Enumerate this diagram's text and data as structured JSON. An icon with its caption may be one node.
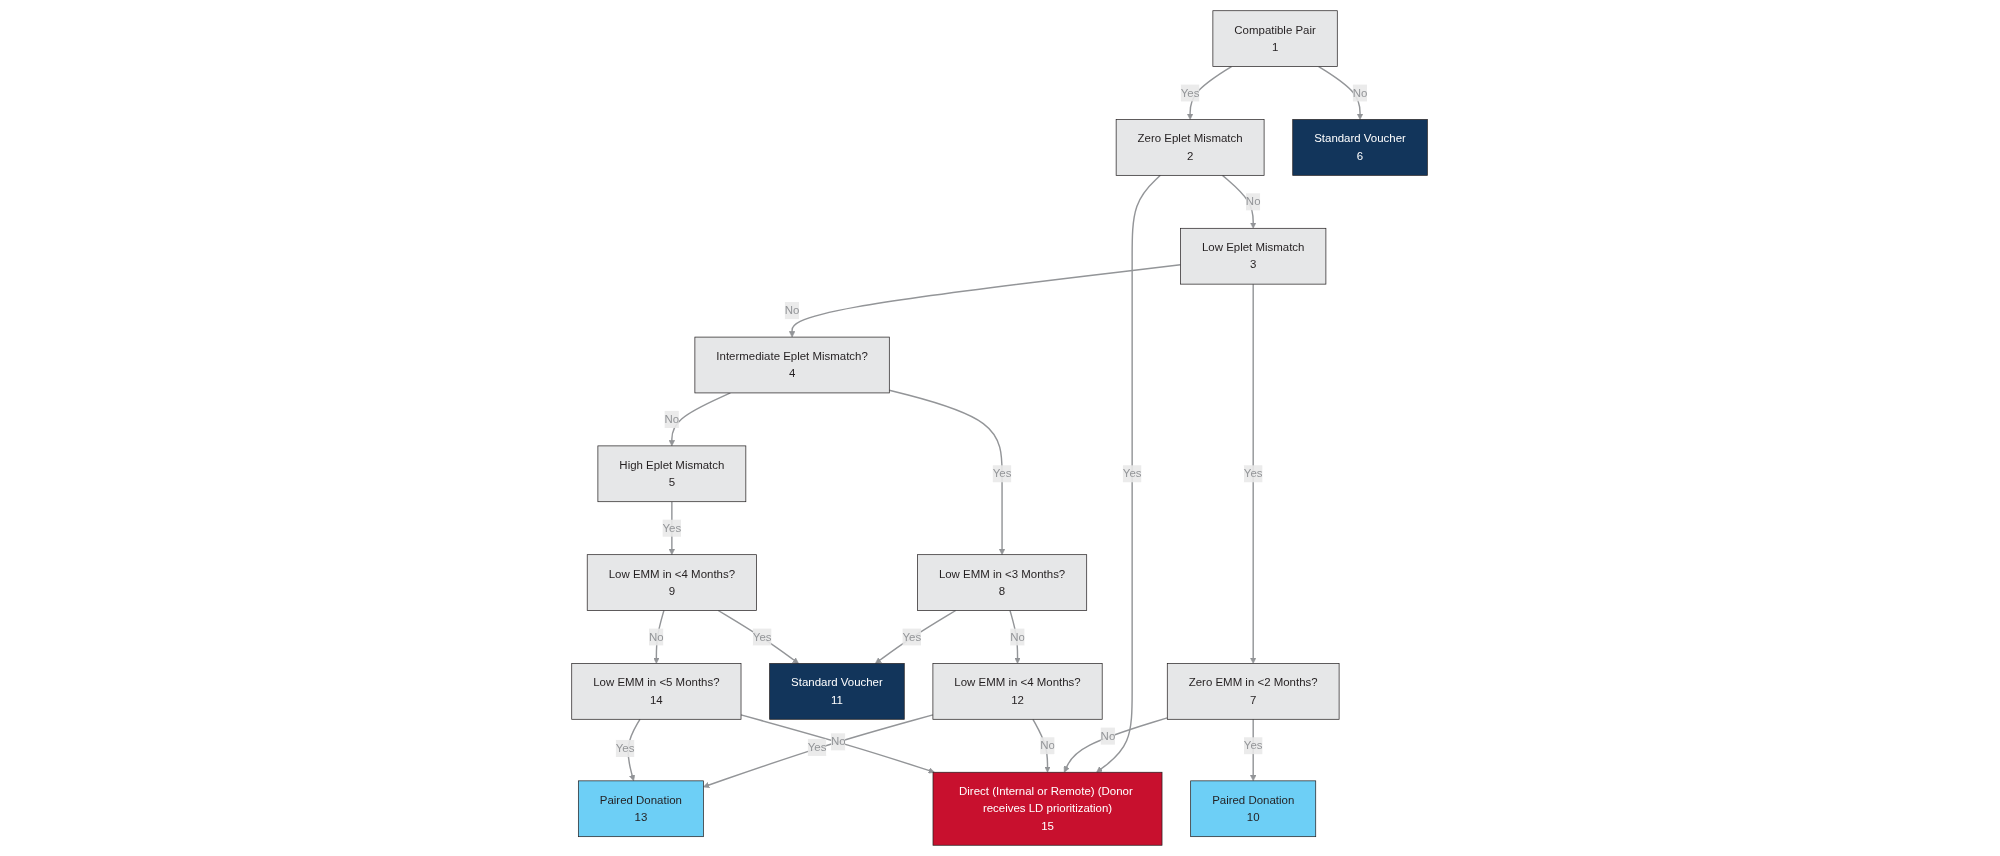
{
  "diagram": {
    "nodes": [
      {
        "text": [
          "Compatible Pair",
          "1"
        ]
      },
      {
        "text": [
          "Zero Eplet Mismatch",
          "2"
        ]
      },
      {
        "text": [
          "Low Eplet Mismatch",
          "3"
        ]
      },
      {
        "text": [
          "Intermediate Eplet Mismatch?",
          "4"
        ]
      },
      {
        "text": [
          "High Eplet Mismatch",
          "5"
        ]
      },
      {
        "text": [
          "Standard Voucher",
          "6"
        ]
      },
      {
        "text": [
          "Zero EMM in <2 Months?",
          "7"
        ]
      },
      {
        "text": [
          "Low EMM in <3 Months?",
          "8"
        ]
      },
      {
        "text": [
          "Low EMM in <4 Months?",
          "9"
        ]
      },
      {
        "text": [
          "Paired Donation",
          "10"
        ]
      },
      {
        "text": [
          "Standard Voucher",
          "11"
        ]
      },
      {
        "text": [
          "Low EMM in <4 Months?",
          "12"
        ]
      },
      {
        "text": [
          "Paired Donation",
          "13"
        ]
      },
      {
        "text": [
          "Low EMM in <5 Months?",
          "14"
        ]
      },
      {
        "text": [
          "Direct (Internal or Remote) (Donor receives LD prioritization)",
          "15"
        ]
      }
    ],
    "edges": [
      {
        "from": 0,
        "to": 1,
        "arrow": "to",
        "label": "Yes"
      },
      {
        "from": 1,
        "to": 2,
        "arrow": "to",
        "label": "No"
      },
      {
        "from": 2,
        "to": 3,
        "arrow": "to",
        "label": "No"
      },
      {
        "from": 3,
        "to": 4,
        "arrow": "to",
        "label": "No"
      },
      {
        "from": 0,
        "to": 5,
        "arrow": "to",
        "label": "No"
      },
      {
        "from": 1,
        "to": 14,
        "arrow": "to",
        "label": "Yes"
      },
      {
        "from": 2,
        "to": 6,
        "arrow": "to",
        "label": "Yes"
      },
      {
        "from": 3,
        "to": 7,
        "arrow": "to",
        "label": "Yes"
      },
      {
        "from": 4,
        "to": 8,
        "arrow": "to",
        "label": "Yes"
      },
      {
        "from": 6,
        "to": 9,
        "arrow": "to",
        "label": "Yes"
      },
      {
        "from": 6,
        "to": 14,
        "arrow": "to",
        "label": "No"
      },
      {
        "from": 7,
        "to": 11,
        "arrow": "to",
        "label": "No"
      },
      {
        "from": 7,
        "to": 10,
        "arrow": "to",
        "label": "Yes"
      },
      {
        "from": 8,
        "to": 10,
        "arrow": "to",
        "label": "Yes"
      },
      {
        "from": 8,
        "to": 13,
        "arrow": "to",
        "label": "No"
      },
      {
        "from": 11,
        "to": 12,
        "arrow": "to",
        "label": "Yes"
      },
      {
        "from": 13,
        "to": 12,
        "arrow": "to",
        "label": "Yes"
      },
      {
        "from": 11,
        "to": 14,
        "arrow": "to",
        "label": "No"
      },
      {
        "from": 13,
        "to": 14,
        "arrow": "to",
        "label": "No"
      }
    ]
  }
}
